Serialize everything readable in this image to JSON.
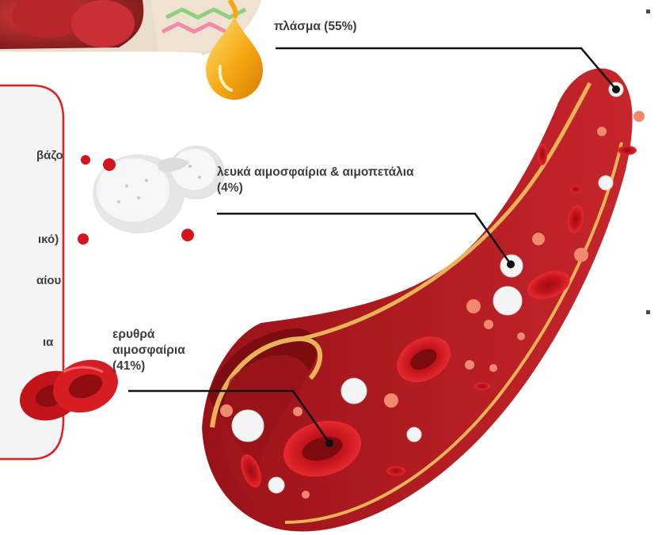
{
  "labels": {
    "plasma": "πλάσμα (55%)",
    "white_cells": [
      "λευκά αιμοσφαίρια & αιμοπετάλια",
      "(4%)"
    ],
    "red_cells": [
      "ερυθρά",
      "αιμοσφαίρια",
      "(41%)"
    ]
  },
  "side_card": {
    "fragments": [
      "βάζο",
      "ικό)",
      "αίου",
      "ια"
    ]
  },
  "colors": {
    "card_border": "#e02020",
    "card_fill": "#f4f4f4",
    "vessel_outer": "#b01c22",
    "vessel_inner": "#8e0f12",
    "vessel_fat": "#e9b35a",
    "rbc": "#d91c24",
    "plasma_drop": "#f2a514",
    "leader_line": "#111111"
  },
  "icons": [
    "plasma-drop-icon",
    "white-cell-cluster-icon",
    "red-blood-cells-icon",
    "blood-vessel-illustration",
    "bullet-icon"
  ]
}
